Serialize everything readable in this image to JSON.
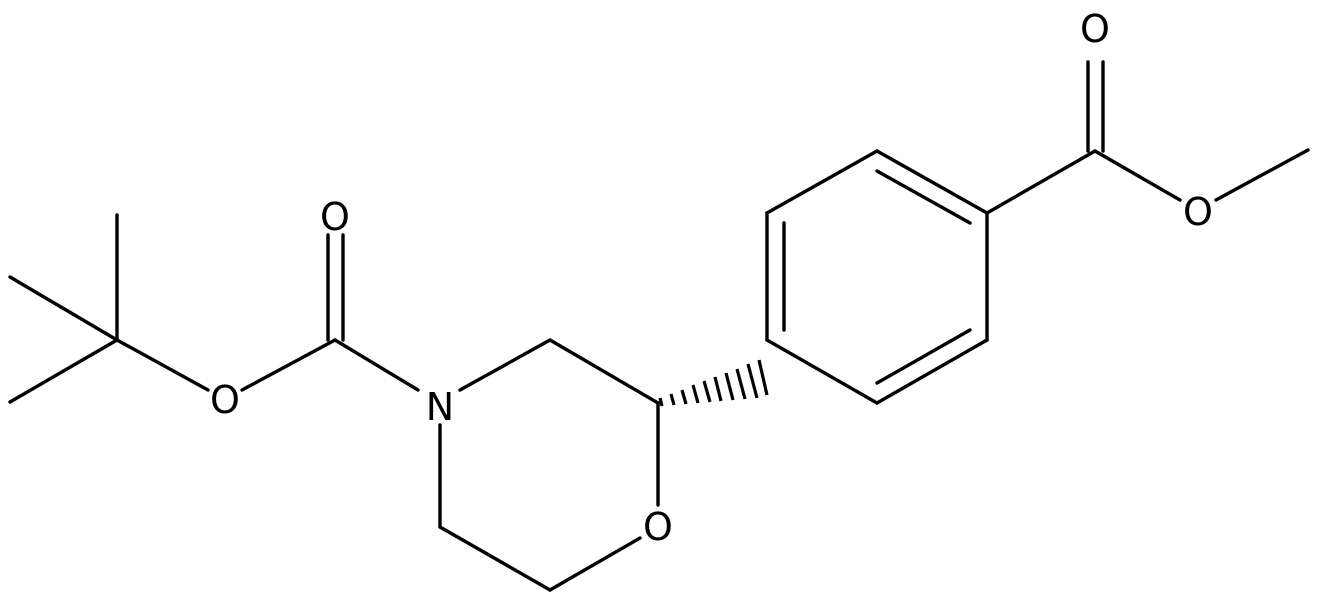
{
  "diagram": {
    "type": "chemical-structure",
    "atoms": {
      "o_carbonyl_boc": "O",
      "o_ester_boc": "O",
      "n_morpholine": "N",
      "o_morpholine": "O",
      "o_carbonyl_ester": "O",
      "o_ester_methyl": "O"
    },
    "stereo_bond": "hashed wedge",
    "colors": {
      "bond": "#000000",
      "background": "#ffffff"
    }
  }
}
